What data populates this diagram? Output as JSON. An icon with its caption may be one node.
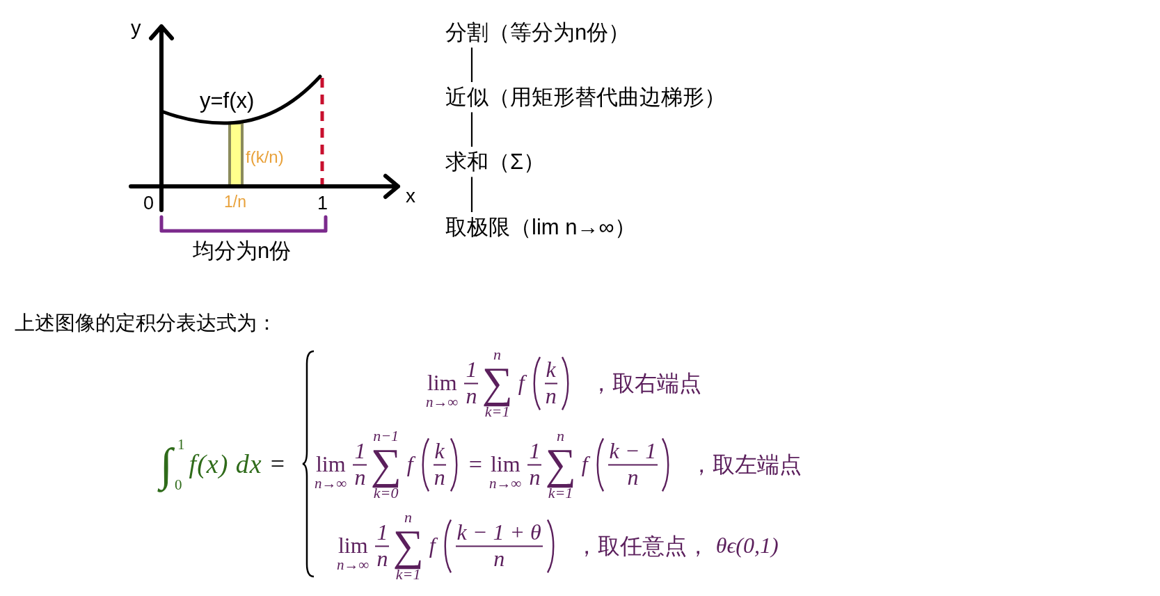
{
  "diagram": {
    "nodes": [
      {
        "text": [
          "分割（等分为n份）"
        ]
      },
      {
        "text": [
          "近似（用矩形替代曲边梯形）"
        ]
      },
      {
        "text": [
          "求和（Σ）"
        ]
      },
      {
        "text": [
          "取极限（lim n→∞）"
        ]
      }
    ],
    "edges": [
      {
        "from": 0,
        "to": 1,
        "arrow": "none"
      },
      {
        "from": 1,
        "to": 2,
        "arrow": "none"
      },
      {
        "from": 2,
        "to": 3,
        "arrow": "none"
      }
    ],
    "labels": [
      "y",
      "y=f(x)",
      "f(k/n)",
      "0",
      "1/n",
      "1",
      "x",
      "均分为n份",
      "上述图像的定积分表达式为：",
      "∫",
      "1",
      "0",
      "f(x) dx",
      "=",
      "lim",
      "n→∞",
      "1",
      "n",
      "n",
      "∑",
      "k=1",
      "f",
      "k",
      "n",
      "，取右端点",
      "lim",
      "n→∞",
      "1",
      "n",
      "n−1",
      "∑",
      "k=0",
      "f",
      "k",
      "n",
      "=",
      "lim",
      "n→∞",
      "1",
      "n",
      "n",
      "∑",
      "k=1",
      "f",
      "k − 1",
      "n",
      "，取左端点",
      "lim",
      "n→∞",
      "1",
      "n",
      "n",
      "∑",
      "k=1",
      "f",
      "k − 1 + θ",
      "n",
      "，取任意点，",
      "θϵ(0,1)"
    ]
  }
}
